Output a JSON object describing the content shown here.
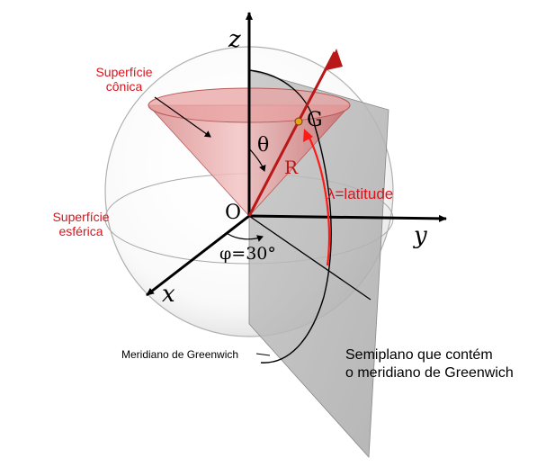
{
  "labels": {
    "conic_surface_line1": "Superfície",
    "conic_surface_line2": "cônica",
    "spherical_surface_line1": "Superfície",
    "spherical_surface_line2": "esférica",
    "axis_z": "z",
    "axis_y": "y",
    "axis_x": "x",
    "origin": "O",
    "point_g": "G",
    "theta": "θ",
    "radius": "R",
    "latitude": "λ=latitude",
    "phi": "φ=30°",
    "greenwich_meridian": "Meridiano de Greenwich",
    "half_plane_line1": "Semiplano que contém",
    "half_plane_line2": "o meridiano de Greenwich"
  },
  "colors": {
    "red_label": "#d9141c",
    "radius_red": "#b81818",
    "cone_fill": "#e8a2a2",
    "plane_fill": "#b8b8b8",
    "axis": "#000000",
    "sphere_outline": "#b0b0b0"
  }
}
